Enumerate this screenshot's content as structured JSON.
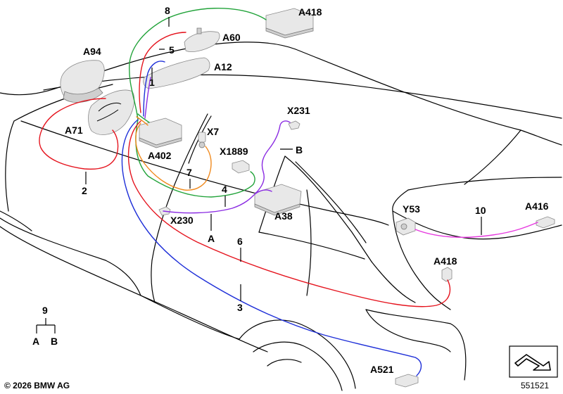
{
  "colors": {
    "red": "#e5141e",
    "green": "#22a33a",
    "blue": "#1e2fd8",
    "orange": "#f08a1e",
    "purple": "#8a2be2",
    "magenta": "#e63adf",
    "outline": "#000000",
    "part_fill": "#e8e8e8"
  },
  "labels": {
    "a418_top": "A418",
    "a60": "A60",
    "a94": "A94",
    "a12": "A12",
    "a71": "A71",
    "a402": "A402",
    "x7": "X7",
    "x1889": "X1889",
    "x231": "X231",
    "a38": "A38",
    "x230": "X230",
    "y53": "Y53",
    "a416": "A416",
    "a418_rear": "A418",
    "a521": "A521",
    "n8": "8",
    "n5": "5",
    "n1": "1",
    "n2": "2",
    "n7": "7",
    "n4": "4",
    "n6": "6",
    "n3": "3",
    "n10": "10",
    "nA": "A",
    "nB": "B"
  },
  "legend": {
    "number": "9",
    "left": "A",
    "right": "B"
  },
  "footer": {
    "copyright": "© 2026 BMW AG",
    "diagram_number": "551521"
  },
  "icons": {
    "corner_icon": "arrow-corner-icon"
  }
}
